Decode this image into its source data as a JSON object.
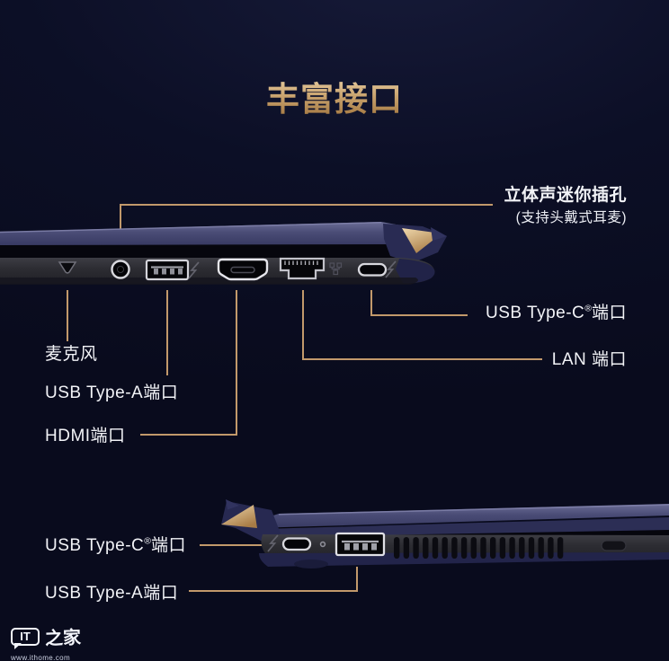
{
  "title": {
    "text": "丰富接口"
  },
  "colors": {
    "background": "#0c0f26",
    "accent_gold_line": "#c2996b",
    "title_gold_top": "#e7cda1",
    "title_gold_bottom": "#a2763f",
    "label_text": "#f2f3f7",
    "laptop_lid_purple": "#53557f",
    "laptop_base_gray": "#2c2c31",
    "hinge_gold": "#d9b277"
  },
  "top_view": {
    "callouts": {
      "stereo_jack_line1": "立体声迷你插孔",
      "stereo_jack_line2": "(支持头戴式耳麦)",
      "usb_c_prefix": "USB Type-C",
      "usb_c_reg": "®",
      "usb_c_suffix": "端口",
      "lan": "LAN 端口",
      "mic": "麦克风",
      "usb_a": "USB Type-A端口",
      "hdmi": "HDMI端口"
    },
    "ports_left_to_right": [
      "microphone-pinhole",
      "audio-jack-3.5mm",
      "usb-type-a",
      "hdmi",
      "lan-rj45",
      "usb-type-c-thunderbolt"
    ]
  },
  "bottom_view": {
    "callouts": {
      "usb_c_prefix": "USB Type-C",
      "usb_c_reg": "®",
      "usb_c_suffix": "端口",
      "usb_a": "USB Type-A端口"
    },
    "ports_left_to_right": [
      "usb-type-c-thunderbolt",
      "status-led",
      "usb-type-a",
      "cooling-vents",
      "kensington-lock"
    ]
  },
  "watermark": {
    "logo_text": "IT",
    "brand": "之家",
    "url": "www.ithome.com"
  }
}
